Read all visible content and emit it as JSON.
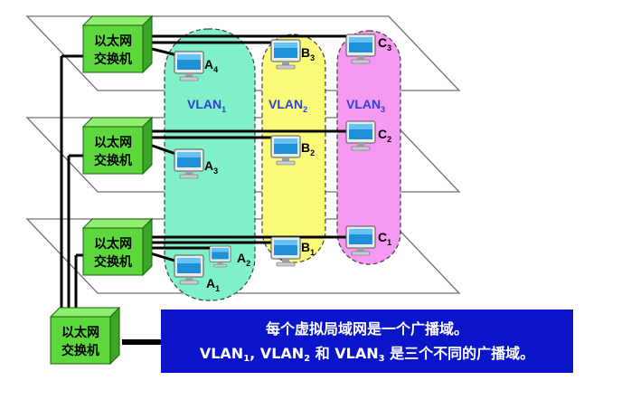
{
  "switch_label_line1": "以太网",
  "switch_label_line2": "交换机",
  "vlans": [
    {
      "name": "VLAN",
      "sub": "1",
      "color": "#2f3fd8",
      "fill": "#7ff0c8"
    },
    {
      "name": "VLAN",
      "sub": "2",
      "color": "#2f3fd8",
      "fill": "#fbfb7a"
    },
    {
      "name": "VLAN",
      "sub": "3",
      "color": "#2f3fd8",
      "fill": "#f59af0"
    }
  ],
  "hosts": [
    {
      "id": "A4",
      "letter": "A",
      "sub": "4"
    },
    {
      "id": "B3",
      "letter": "B",
      "sub": "3"
    },
    {
      "id": "C3",
      "letter": "C",
      "sub": "3"
    },
    {
      "id": "A3",
      "letter": "A",
      "sub": "3"
    },
    {
      "id": "B2",
      "letter": "B",
      "sub": "2"
    },
    {
      "id": "C2",
      "letter": "C",
      "sub": "2"
    },
    {
      "id": "A2",
      "letter": "A",
      "sub": "2"
    },
    {
      "id": "A1",
      "letter": "A",
      "sub": "1"
    },
    {
      "id": "B1",
      "letter": "B",
      "sub": "1"
    },
    {
      "id": "C1",
      "letter": "C",
      "sub": "1"
    }
  ],
  "caption": {
    "line1": "每个虚拟局域网是一个广播域。",
    "line2_parts": [
      "VLAN",
      "1",
      ", VLAN",
      "2",
      " 和 VLAN",
      "3",
      " 是三个不同的广播域。"
    ]
  },
  "colors": {
    "switch_fill": "#5cd83c",
    "caption_bg": "#0a14c8",
    "floor_stroke": "#707070"
  }
}
